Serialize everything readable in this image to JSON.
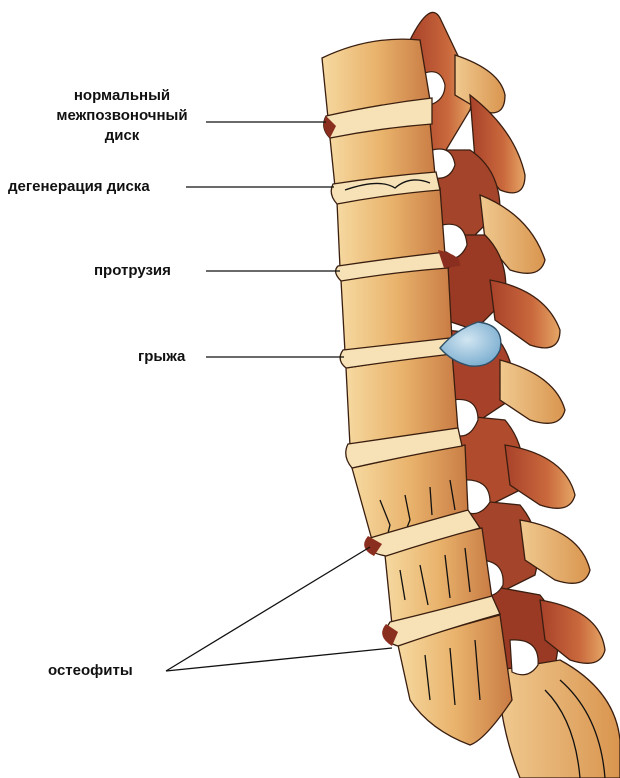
{
  "labels": {
    "normal_disc": [
      "нормальный",
      "межпозвоночный",
      "диск"
    ],
    "degeneration": "дегенерация диска",
    "protrusion": "протрузия",
    "hernia": "грыжа",
    "osteophytes": "остеофиты"
  },
  "colors": {
    "bone_light": "#f3cf93",
    "bone_mid": "#e2a35e",
    "bone_dark": "#b9683a",
    "process": "#9b3a24",
    "process_light": "#c8673b",
    "disc": "#f6e2b6",
    "disc_dark": "#8a2e1f",
    "hernia": "#9fc4dd",
    "outline": "#3a1e10"
  }
}
